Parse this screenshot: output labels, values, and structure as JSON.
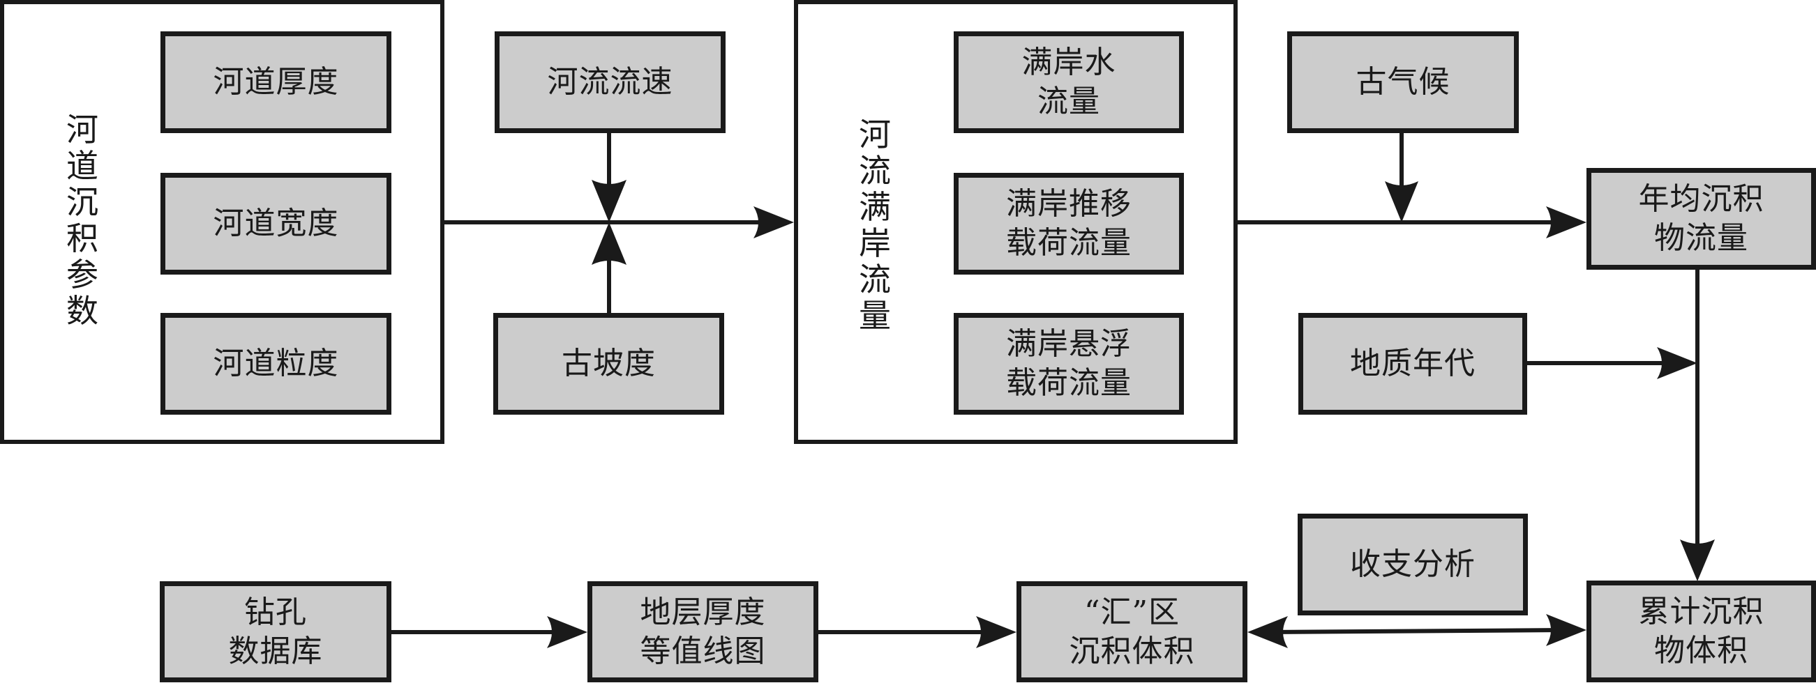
{
  "diagram": {
    "groups": {
      "channel_params": {
        "label": "河道沉积参数",
        "items": [
          "河道厚度",
          "河道宽度",
          "河道粒度"
        ]
      },
      "bankfull_flow": {
        "label": "河流满岸流量",
        "items": [
          "满岸水\n流量",
          "满岸推移\n载荷流量",
          "满岸悬浮\n载荷流量"
        ]
      }
    },
    "nodes": {
      "flow_velocity": "河流流速",
      "paleo_slope": "古坡度",
      "paleo_climate": "古气候",
      "annual_flux": "年均沉积\n物流量",
      "geologic_age": "地质年代",
      "cumulative_volume": "累计沉积\n物体积",
      "budget_analysis": "收支分析",
      "sink_volume": "“汇”区\n沉积体积",
      "isopach_map": "地层厚度\n等值线图",
      "borehole_db": "钻孔\n数据库"
    },
    "edges": [
      {
        "from": "channel_params",
        "to": "bankfull_flow",
        "type": "arrow"
      },
      {
        "from": "flow_velocity",
        "to": "channel_params->bankfull_flow",
        "type": "arrow"
      },
      {
        "from": "paleo_slope",
        "to": "channel_params->bankfull_flow",
        "type": "arrow"
      },
      {
        "from": "bankfull_flow",
        "to": "annual_flux",
        "type": "arrow"
      },
      {
        "from": "paleo_climate",
        "to": "bankfull_flow->annual_flux",
        "type": "arrow"
      },
      {
        "from": "annual_flux",
        "to": "cumulative_volume",
        "type": "arrow"
      },
      {
        "from": "geologic_age",
        "to": "annual_flux->cumulative_volume",
        "type": "arrow"
      },
      {
        "from": "borehole_db",
        "to": "isopach_map",
        "type": "arrow"
      },
      {
        "from": "isopach_map",
        "to": "sink_volume",
        "type": "arrow"
      },
      {
        "from": "sink_volume",
        "to": "cumulative_volume",
        "type": "double-arrow",
        "label_node": "budget_analysis"
      }
    ]
  }
}
